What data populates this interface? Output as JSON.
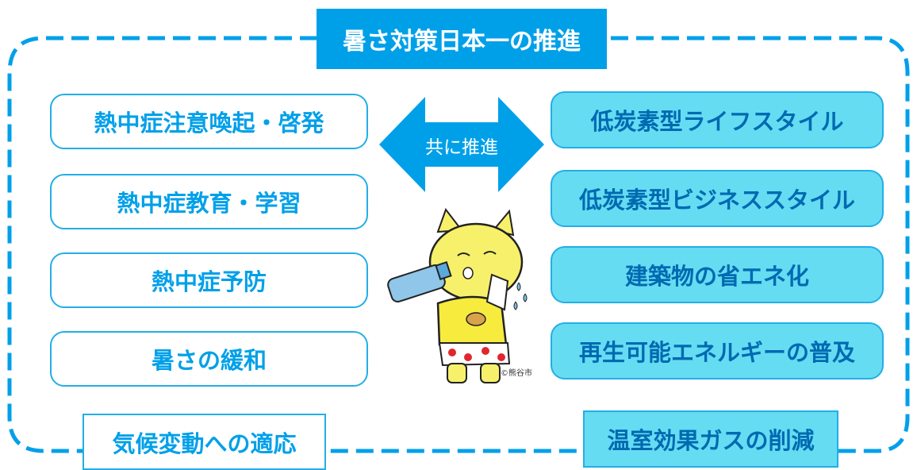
{
  "title": "暑さ対策日本一の推進",
  "arrow_label": "共に推進",
  "left_items": [
    "熱中症注意喚起・啓発",
    "熱中症教育・学習",
    "熱中症予防",
    "暑さの緩和"
  ],
  "right_items": [
    "低炭素型ライフスタイル",
    "低炭素型ビジネススタイル",
    "建築物の省エネ化",
    "再生可能エネルギーの普及"
  ],
  "bottom_left": "気候変動への適応",
  "bottom_right": "温室効果ガスの削減",
  "mascot_credit": "©熊谷市",
  "colors": {
    "accent": "#00a0e9",
    "light_fill": "#66dcf2",
    "dark_text": "#006ab1"
  }
}
